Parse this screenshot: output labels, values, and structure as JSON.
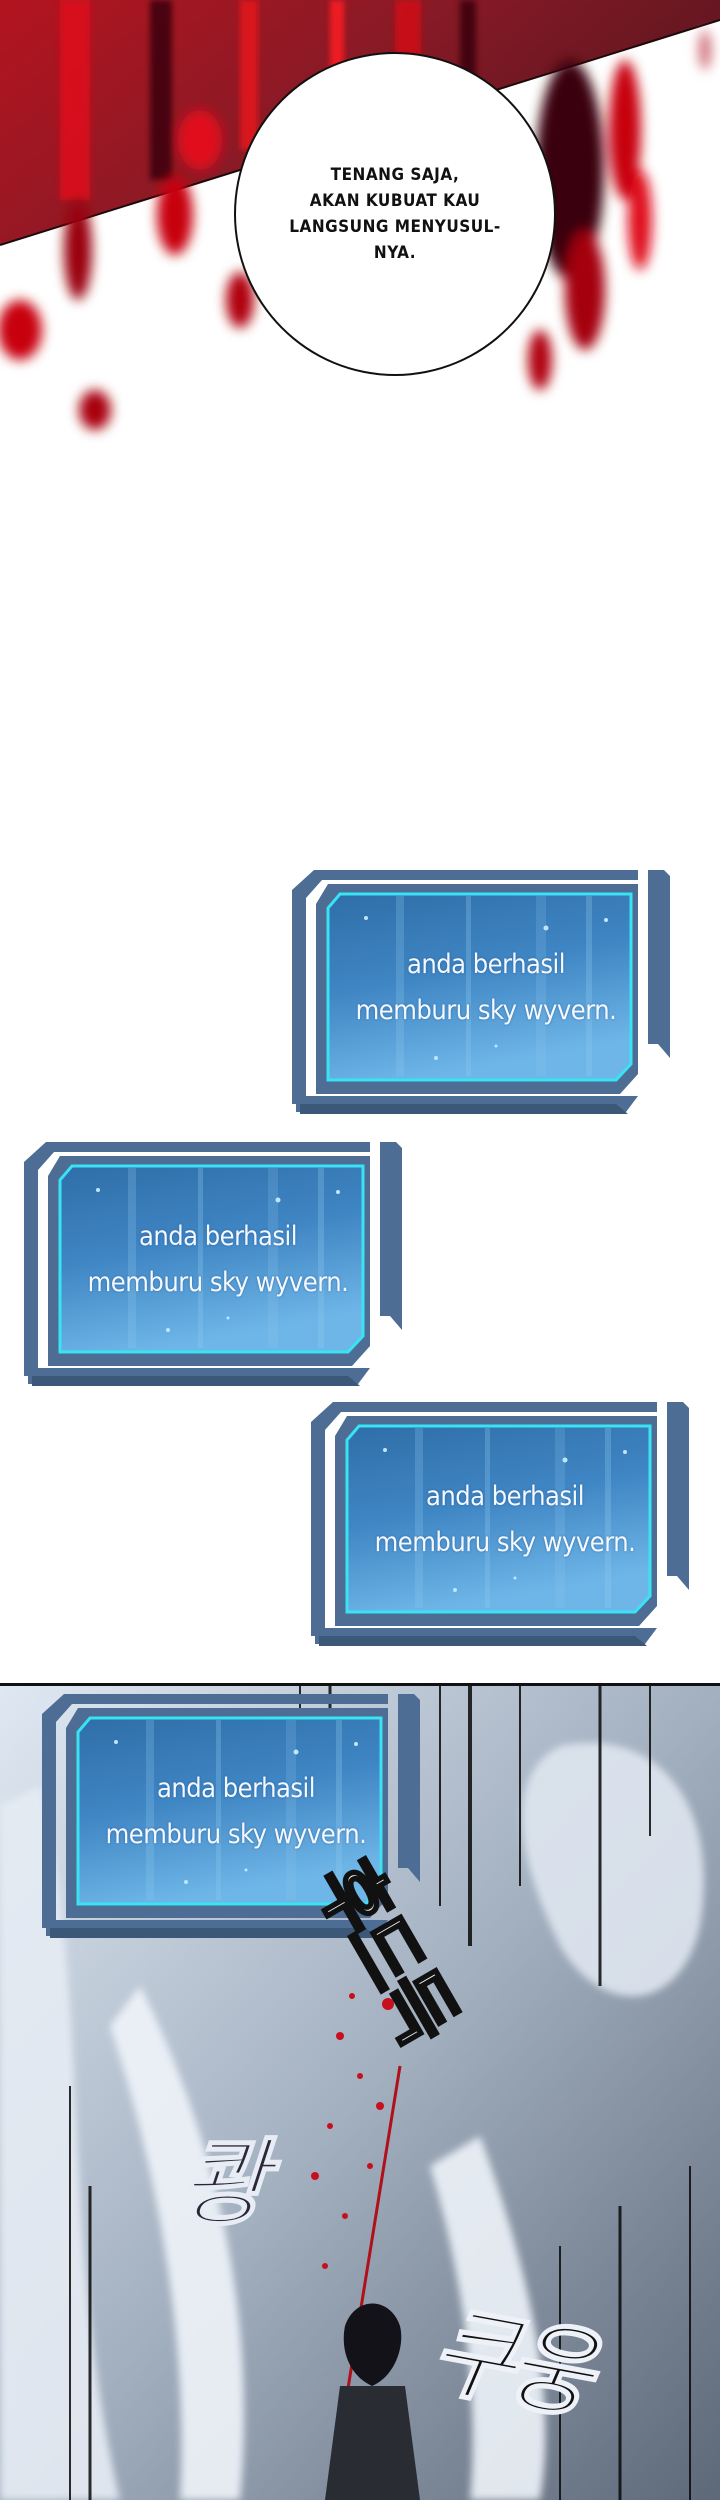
{
  "page": {
    "type": "webtoon-strip",
    "background": "#ffffff"
  },
  "panel_top": {
    "scene": "blood-dripping-red-panel",
    "colors": {
      "blood": "#c8000c",
      "dark_blood": "#5a0a10",
      "panel_tint": "#8c2a34"
    },
    "speech_bubble": {
      "lines": [
        "TENANG SAJA,",
        "AKAN KUBUAT KAU",
        "LANGSUNG MENYUSUL-",
        "NYA."
      ]
    }
  },
  "system_boxes": [
    {
      "lines": [
        "anda berhasil",
        "memburu sky wyvern."
      ]
    },
    {
      "lines": [
        "anda berhasil",
        "memburu sky wyvern."
      ]
    },
    {
      "lines": [
        "anda berhasil",
        "memburu sky wyvern."
      ]
    },
    {
      "lines": [
        "anda berhasil",
        "memburu sky wyvern."
      ]
    }
  ],
  "system_box_colors": {
    "frame": "#4d6d94",
    "frame_dark": "#3c5878",
    "inner_glow": "#39e3f3",
    "screen": "#3f86c4",
    "screen_light": "#6fb6e8",
    "text": "#f4f8ff"
  },
  "panel_bottom": {
    "scene": "wyvern-falling-with-swordsman",
    "sfx": {
      "hudeuk": "후드득",
      "kwang": "쾅",
      "kuung": "쿠웅"
    }
  }
}
